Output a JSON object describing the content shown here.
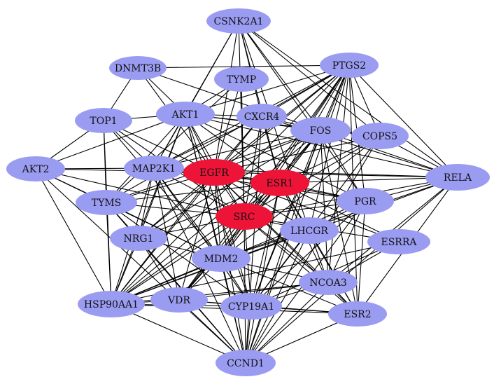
{
  "colors": {
    "node_default": "#9a9cf2",
    "node_hub": "#ee1438",
    "edge": "#000000",
    "background": "#ffffff"
  },
  "nodes": [
    {
      "id": "CSNK2A1",
      "label": "CSNK2A1",
      "hub": false
    },
    {
      "id": "DNMT3B",
      "label": "DNMT3B",
      "hub": false
    },
    {
      "id": "PTGS2",
      "label": "PTGS2",
      "hub": false
    },
    {
      "id": "TYMP",
      "label": "TYMP",
      "hub": false
    },
    {
      "id": "TOP1",
      "label": "TOP1",
      "hub": false
    },
    {
      "id": "AKT1",
      "label": "AKT1",
      "hub": false
    },
    {
      "id": "CXCR4",
      "label": "CXCR4",
      "hub": false
    },
    {
      "id": "FOS",
      "label": "FOS",
      "hub": false
    },
    {
      "id": "COPS5",
      "label": "COPS5",
      "hub": false
    },
    {
      "id": "AKT2",
      "label": "AKT2",
      "hub": false
    },
    {
      "id": "MAP2K1",
      "label": "MAP2K1",
      "hub": false
    },
    {
      "id": "EGFR",
      "label": "EGFR",
      "hub": true
    },
    {
      "id": "ESR1",
      "label": "ESR1",
      "hub": true
    },
    {
      "id": "RELA",
      "label": "RELA",
      "hub": false
    },
    {
      "id": "TYMS",
      "label": "TYMS",
      "hub": false
    },
    {
      "id": "PGR",
      "label": "PGR",
      "hub": false
    },
    {
      "id": "SRC",
      "label": "SRC",
      "hub": true
    },
    {
      "id": "LHCGR",
      "label": "LHCGR",
      "hub": false
    },
    {
      "id": "NRG1",
      "label": "NRG1",
      "hub": false
    },
    {
      "id": "ESRRA",
      "label": "ESRRA",
      "hub": false
    },
    {
      "id": "MDM2",
      "label": "MDM2",
      "hub": false
    },
    {
      "id": "NCOA3",
      "label": "NCOA3",
      "hub": false
    },
    {
      "id": "HSP90AA1",
      "label": "HSP90AA1",
      "hub": false
    },
    {
      "id": "VDR",
      "label": "VDR",
      "hub": false
    },
    {
      "id": "CYP19A1",
      "label": "CYP19A1",
      "hub": false
    },
    {
      "id": "ESR2",
      "label": "ESR2",
      "hub": false
    },
    {
      "id": "CCND1",
      "label": "CCND1",
      "hub": false
    }
  ],
  "edges": [
    [
      "CSNK2A1",
      "AKT1"
    ],
    [
      "CSNK2A1",
      "EGFR"
    ],
    [
      "CSNK2A1",
      "ESR1"
    ],
    [
      "CSNK2A1",
      "SRC"
    ],
    [
      "CSNK2A1",
      "FOS"
    ],
    [
      "CSNK2A1",
      "RELA"
    ],
    [
      "CSNK2A1",
      "PGR"
    ],
    [
      "CSNK2A1",
      "CXCR4"
    ],
    [
      "CSNK2A1",
      "MAP2K1"
    ],
    [
      "CSNK2A1",
      "COPS5"
    ],
    [
      "CSNK2A1",
      "LHCGR"
    ],
    [
      "DNMT3B",
      "PTGS2"
    ],
    [
      "DNMT3B",
      "AKT1"
    ],
    [
      "DNMT3B",
      "TOP1"
    ],
    [
      "DNMT3B",
      "FOS"
    ],
    [
      "DNMT3B",
      "EGFR"
    ],
    [
      "PTGS2",
      "AKT1"
    ],
    [
      "PTGS2",
      "EGFR"
    ],
    [
      "PTGS2",
      "ESR1"
    ],
    [
      "PTGS2",
      "SRC"
    ],
    [
      "PTGS2",
      "FOS"
    ],
    [
      "PTGS2",
      "RELA"
    ],
    [
      "PTGS2",
      "COPS5"
    ],
    [
      "PTGS2",
      "MAP2K1"
    ],
    [
      "PTGS2",
      "CXCR4"
    ],
    [
      "PTGS2",
      "PGR"
    ],
    [
      "PTGS2",
      "LHCGR"
    ],
    [
      "PTGS2",
      "MDM2"
    ],
    [
      "PTGS2",
      "CYP19A1"
    ],
    [
      "PTGS2",
      "NCOA3"
    ],
    [
      "PTGS2",
      "ESR2"
    ],
    [
      "PTGS2",
      "HSP90AA1"
    ],
    [
      "PTGS2",
      "CCND1"
    ],
    [
      "PTGS2",
      "NRG1"
    ],
    [
      "PTGS2",
      "VDR"
    ],
    [
      "PTGS2",
      "TYMS"
    ],
    [
      "TYMP",
      "EGFR"
    ],
    [
      "TYMP",
      "SRC"
    ],
    [
      "TYMP",
      "TYMS"
    ],
    [
      "TYMP",
      "AKT1"
    ],
    [
      "TOP1",
      "AKT1"
    ],
    [
      "TOP1",
      "EGFR"
    ],
    [
      "TOP1",
      "MAP2K1"
    ],
    [
      "TOP1",
      "TYMS"
    ],
    [
      "TOP1",
      "SRC"
    ],
    [
      "TOP1",
      "HSP90AA1"
    ],
    [
      "TOP1",
      "MDM2"
    ],
    [
      "AKT1",
      "CXCR4"
    ],
    [
      "AKT1",
      "FOS"
    ],
    [
      "AKT1",
      "EGFR"
    ],
    [
      "AKT1",
      "ESR1"
    ],
    [
      "AKT1",
      "SRC"
    ],
    [
      "AKT1",
      "RELA"
    ],
    [
      "AKT1",
      "MAP2K1"
    ],
    [
      "AKT1",
      "HSP90AA1"
    ],
    [
      "AKT1",
      "MDM2"
    ],
    [
      "AKT1",
      "CYP19A1"
    ],
    [
      "AKT1",
      "NRG1"
    ],
    [
      "AKT1",
      "AKT2"
    ],
    [
      "AKT1",
      "COPS5"
    ],
    [
      "AKT1",
      "PGR"
    ],
    [
      "AKT1",
      "CCND1"
    ],
    [
      "AKT1",
      "TYMS"
    ],
    [
      "CXCR4",
      "EGFR"
    ],
    [
      "CXCR4",
      "SRC"
    ],
    [
      "CXCR4",
      "ESR1"
    ],
    [
      "CXCR4",
      "MAP2K1"
    ],
    [
      "CXCR4",
      "RELA"
    ],
    [
      "CXCR4",
      "HSP90AA1"
    ],
    [
      "CXCR4",
      "CCND1"
    ],
    [
      "CXCR4",
      "FOS"
    ],
    [
      "FOS",
      "EGFR"
    ],
    [
      "FOS",
      "ESR1"
    ],
    [
      "FOS",
      "SRC"
    ],
    [
      "FOS",
      "RELA"
    ],
    [
      "FOS",
      "PGR"
    ],
    [
      "FOS",
      "MAP2K1"
    ],
    [
      "FOS",
      "MDM2"
    ],
    [
      "FOS",
      "CYP19A1"
    ],
    [
      "FOS",
      "NCOA3"
    ],
    [
      "FOS",
      "ESR2"
    ],
    [
      "FOS",
      "HSP90AA1"
    ],
    [
      "FOS",
      "CCND1"
    ],
    [
      "FOS",
      "VDR"
    ],
    [
      "FOS",
      "COPS5"
    ],
    [
      "FOS",
      "TYMS"
    ],
    [
      "FOS",
      "NRG1"
    ],
    [
      "COPS5",
      "EGFR"
    ],
    [
      "COPS5",
      "ESR1"
    ],
    [
      "COPS5",
      "SRC"
    ],
    [
      "COPS5",
      "MDM2"
    ],
    [
      "COPS5",
      "CCND1"
    ],
    [
      "COPS5",
      "RELA"
    ],
    [
      "COPS5",
      "CYP19A1"
    ],
    [
      "AKT2",
      "MAP2K1"
    ],
    [
      "AKT2",
      "EGFR"
    ],
    [
      "AKT2",
      "SRC"
    ],
    [
      "AKT2",
      "HSP90AA1"
    ],
    [
      "AKT2",
      "TYMS"
    ],
    [
      "AKT2",
      "CCND1"
    ],
    [
      "AKT2",
      "MDM2"
    ],
    [
      "AKT2",
      "TOP1"
    ],
    [
      "MAP2K1",
      "EGFR"
    ],
    [
      "MAP2K1",
      "ESR1"
    ],
    [
      "MAP2K1",
      "SRC"
    ],
    [
      "MAP2K1",
      "HSP90AA1"
    ],
    [
      "MAP2K1",
      "CCND1"
    ],
    [
      "MAP2K1",
      "RELA"
    ],
    [
      "MAP2K1",
      "NRG1"
    ],
    [
      "MAP2K1",
      "MDM2"
    ],
    [
      "MAP2K1",
      "PGR"
    ],
    [
      "MAP2K1",
      "CYP19A1"
    ],
    [
      "MAP2K1",
      "VDR"
    ],
    [
      "EGFR",
      "ESR1"
    ],
    [
      "EGFR",
      "SRC"
    ],
    [
      "EGFR",
      "RELA"
    ],
    [
      "EGFR",
      "PGR"
    ],
    [
      "EGFR",
      "TYMS"
    ],
    [
      "EGFR",
      "NRG1"
    ],
    [
      "EGFR",
      "HSP90AA1"
    ],
    [
      "EGFR",
      "MDM2"
    ],
    [
      "EGFR",
      "VDR"
    ],
    [
      "EGFR",
      "CYP19A1"
    ],
    [
      "EGFR",
      "CCND1"
    ],
    [
      "EGFR",
      "NCOA3"
    ],
    [
      "EGFR",
      "ESR2"
    ],
    [
      "EGFR",
      "LHCGR"
    ],
    [
      "EGFR",
      "ESRRA"
    ],
    [
      "ESR1",
      "SRC"
    ],
    [
      "ESR1",
      "RELA"
    ],
    [
      "ESR1",
      "PGR"
    ],
    [
      "ESR1",
      "LHCGR"
    ],
    [
      "ESR1",
      "ESRRA"
    ],
    [
      "ESR1",
      "NCOA3"
    ],
    [
      "ESR1",
      "MDM2"
    ],
    [
      "ESR1",
      "CYP19A1"
    ],
    [
      "ESR1",
      "ESR2"
    ],
    [
      "ESR1",
      "HSP90AA1"
    ],
    [
      "ESR1",
      "CCND1"
    ],
    [
      "ESR1",
      "VDR"
    ],
    [
      "ESR1",
      "NRG1"
    ],
    [
      "ESR1",
      "TYMS"
    ],
    [
      "RELA",
      "SRC"
    ],
    [
      "RELA",
      "PGR"
    ],
    [
      "RELA",
      "NCOA3"
    ],
    [
      "RELA",
      "ESR2"
    ],
    [
      "RELA",
      "CCND1"
    ],
    [
      "RELA",
      "MDM2"
    ],
    [
      "RELA",
      "HSP90AA1"
    ],
    [
      "TYMS",
      "SRC"
    ],
    [
      "TYMS",
      "MDM2"
    ],
    [
      "TYMS",
      "HSP90AA1"
    ],
    [
      "TYMS",
      "CYP19A1"
    ],
    [
      "TYMS",
      "NRG1"
    ],
    [
      "TYMS",
      "CCND1"
    ],
    [
      "PGR",
      "SRC"
    ],
    [
      "PGR",
      "NCOA3"
    ],
    [
      "PGR",
      "ESR2"
    ],
    [
      "PGR",
      "CYP19A1"
    ],
    [
      "PGR",
      "HSP90AA1"
    ],
    [
      "PGR",
      "LHCGR"
    ],
    [
      "PGR",
      "CCND1"
    ],
    [
      "SRC",
      "LHCGR"
    ],
    [
      "SRC",
      "NRG1"
    ],
    [
      "SRC",
      "MDM2"
    ],
    [
      "SRC",
      "HSP90AA1"
    ],
    [
      "SRC",
      "VDR"
    ],
    [
      "SRC",
      "CYP19A1"
    ],
    [
      "SRC",
      "CCND1"
    ],
    [
      "SRC",
      "NCOA3"
    ],
    [
      "SRC",
      "ESR2"
    ],
    [
      "SRC",
      "ESRRA"
    ],
    [
      "LHCGR",
      "CYP19A1"
    ],
    [
      "LHCGR",
      "NCOA3"
    ],
    [
      "LHCGR",
      "HSP90AA1"
    ],
    [
      "LHCGR",
      "CCND1"
    ],
    [
      "LHCGR",
      "ESR2"
    ],
    [
      "LHCGR",
      "MDM2"
    ],
    [
      "NRG1",
      "HSP90AA1"
    ],
    [
      "NRG1",
      "MDM2"
    ],
    [
      "NRG1",
      "CCND1"
    ],
    [
      "NRG1",
      "VDR"
    ],
    [
      "ESRRA",
      "NCOA3"
    ],
    [
      "ESRRA",
      "CYP19A1"
    ],
    [
      "ESRRA",
      "HSP90AA1"
    ],
    [
      "MDM2",
      "HSP90AA1"
    ],
    [
      "MDM2",
      "CCND1"
    ],
    [
      "MDM2",
      "NCOA3"
    ],
    [
      "MDM2",
      "CYP19A1"
    ],
    [
      "MDM2",
      "VDR"
    ],
    [
      "MDM2",
      "ESR2"
    ],
    [
      "NCOA3",
      "HSP90AA1"
    ],
    [
      "NCOA3",
      "CYP19A1"
    ],
    [
      "NCOA3",
      "ESR2"
    ],
    [
      "NCOA3",
      "CCND1"
    ],
    [
      "NCOA3",
      "VDR"
    ],
    [
      "HSP90AA1",
      "VDR"
    ],
    [
      "HSP90AA1",
      "CYP19A1"
    ],
    [
      "HSP90AA1",
      "CCND1"
    ],
    [
      "HSP90AA1",
      "ESR2"
    ],
    [
      "VDR",
      "CYP19A1"
    ],
    [
      "VDR",
      "CCND1"
    ],
    [
      "VDR",
      "ESR2"
    ],
    [
      "CYP19A1",
      "ESR2"
    ],
    [
      "CYP19A1",
      "CCND1"
    ],
    [
      "ESR2",
      "CCND1"
    ]
  ]
}
